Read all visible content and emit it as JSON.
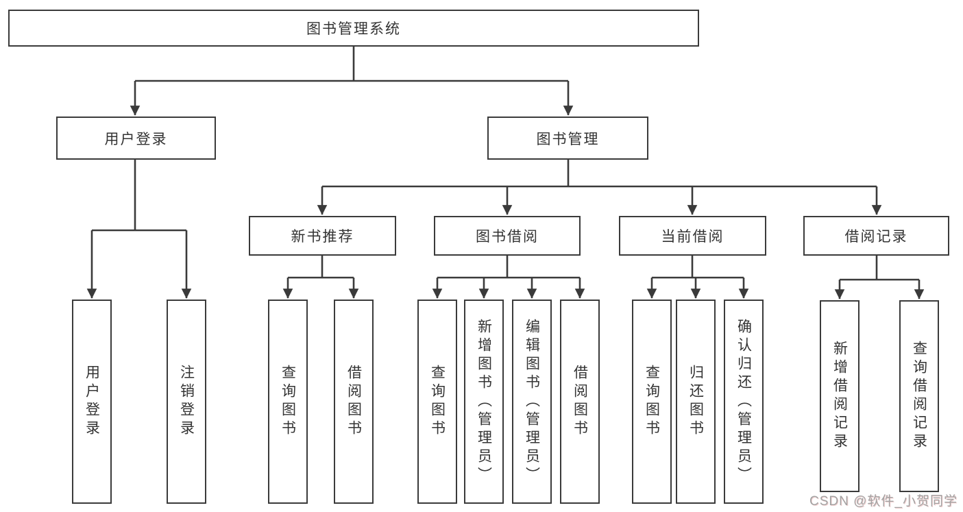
{
  "diagram": {
    "root": {
      "label": "图书管理系统"
    },
    "level1": [
      {
        "label": "用户登录"
      },
      {
        "label": "图书管理"
      }
    ],
    "level2": [
      {
        "label": "新书推荐"
      },
      {
        "label": "图书借阅"
      },
      {
        "label": "当前借阅"
      },
      {
        "label": "借阅记录"
      }
    ],
    "leaves": [
      "用户登录",
      "注销登录",
      "查询图书",
      "借阅图书",
      "查询图书",
      "新增图书（管理员）",
      "编辑图书（管理员）",
      "借阅图书",
      "查询图书",
      "归还图书",
      "确认归还（管理员）",
      "新增借阅记录",
      "查询借阅记录"
    ]
  },
  "watermark": "CSDN @软件_小贺同学",
  "colors": {
    "line": "#3a3a3a",
    "box_border": "#3a3a3a",
    "text": "#333333",
    "watermark": "#a3a3a3",
    "background": "#ffffff"
  }
}
